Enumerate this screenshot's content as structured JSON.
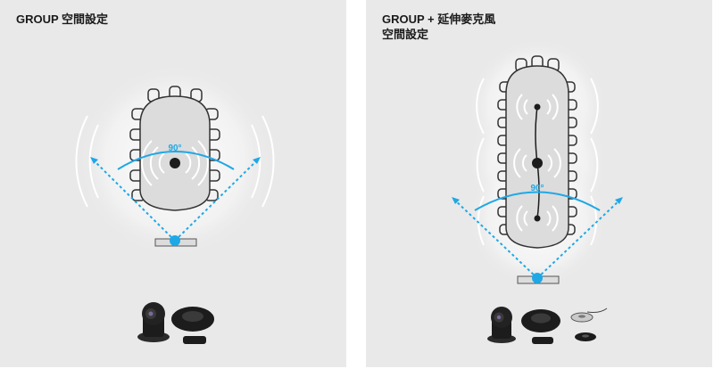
{
  "panels": [
    {
      "title_lines": [
        "GROUP 空間設定"
      ],
      "angle_label": "90°"
    },
    {
      "title_lines": [
        "GROUP + 延伸麥克風",
        "空間設定"
      ],
      "angle_label": "90°"
    }
  ],
  "colors": {
    "panel_bg": "#e9e9e9",
    "accent_blue": "#1fa8e6",
    "table_fill": "#dcdcdc",
    "outline": "#333333",
    "device_dark": "#1c1c1c"
  }
}
